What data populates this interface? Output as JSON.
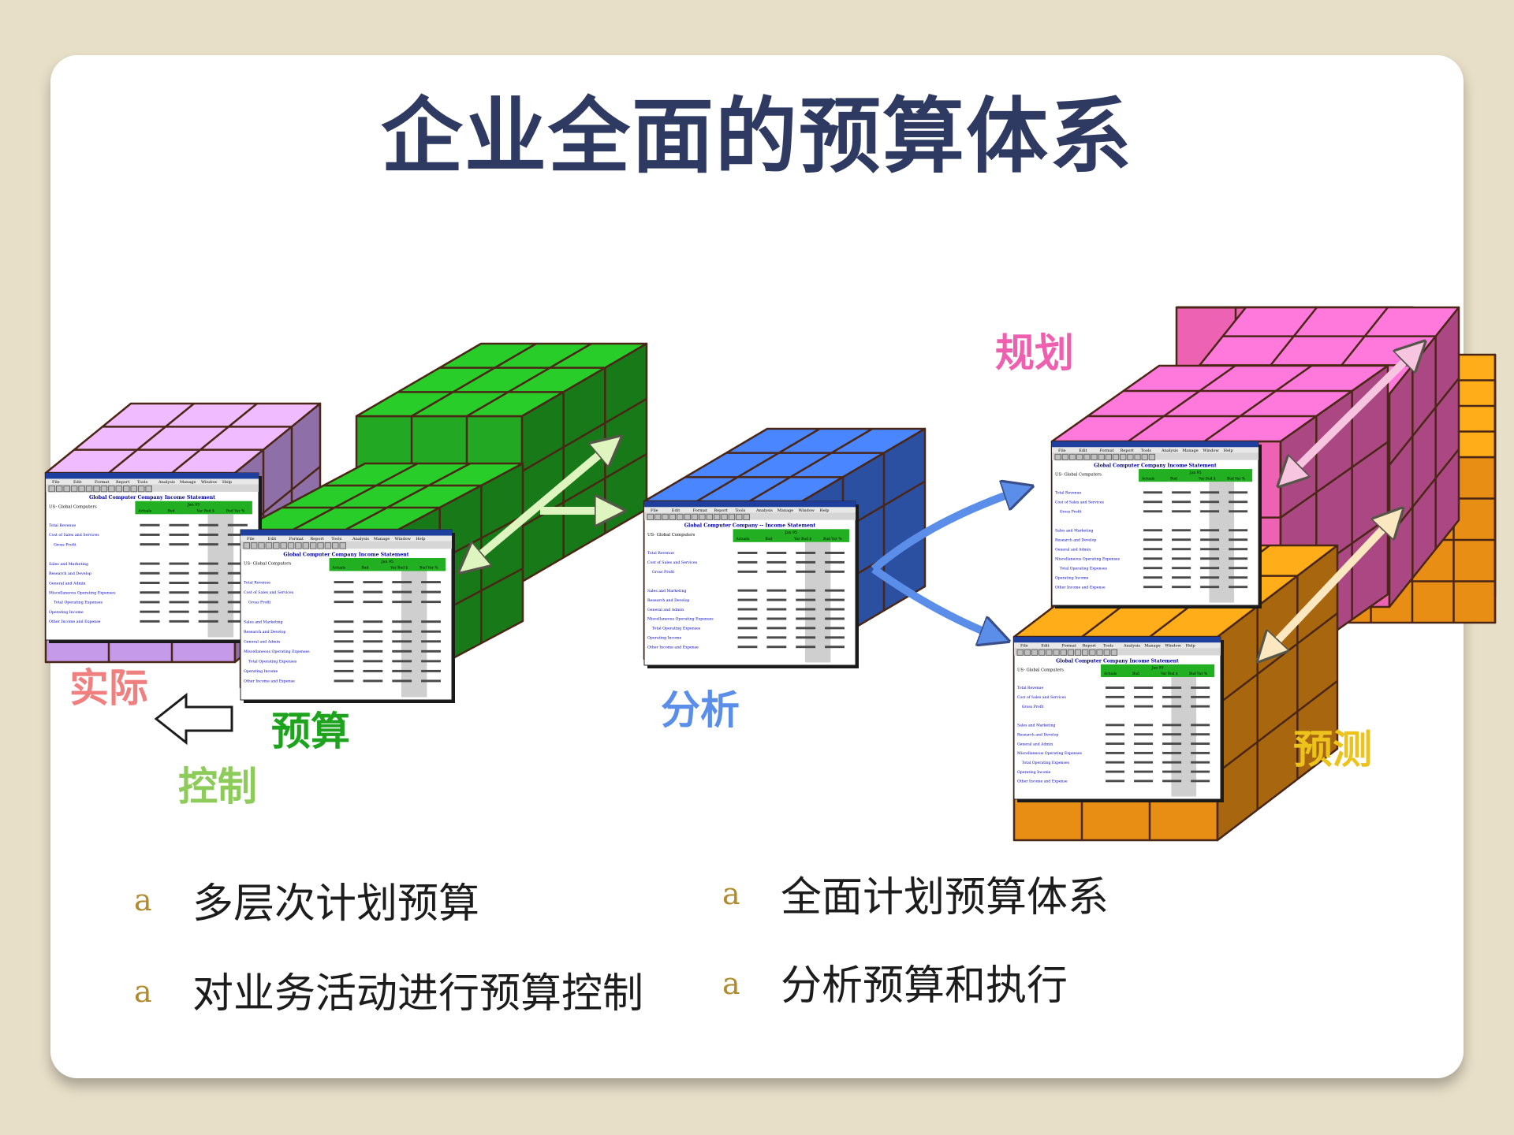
{
  "title": "企业全面的预算体系",
  "labels": {
    "actual": "实际",
    "budget": "预算",
    "control": "控制",
    "analysis": "分析",
    "planning": "规划",
    "forecast": "预测"
  },
  "window_text": {
    "company_line": "Global Computer Company    Income Statement",
    "company_line_mid": "Global Computer Company -- Income Statement",
    "entity": "US- Global Computers",
    "period": "Jan 95",
    "columns": [
      "Actuals",
      "Bud",
      "Var Bud $",
      "Bud Var %"
    ],
    "rows": [
      "Total Revenue",
      "Cost of Sales and Services",
      "Gross Profit",
      "Sales and Marketing",
      "Research and Develop",
      "General and Admin",
      "Miscellaneous Operating Expenses",
      "Total Operating Expenses",
      "Operating Income",
      "Other Income and Expense"
    ],
    "menu": [
      "File",
      "Edit",
      "Format",
      "Report",
      "Tools",
      "Analysis",
      "Manage",
      "Window",
      "Help"
    ]
  },
  "bullets": [
    {
      "mark": "a",
      "text": "多层次计划预算"
    },
    {
      "mark": "a",
      "text": "对业务活动进行预算控制"
    },
    {
      "mark": "a",
      "text": "全面计划预算体系"
    },
    {
      "mark": "a",
      "text": "分析预算和执行"
    }
  ],
  "colors": {
    "title": "#2f3a62",
    "actual": "#f08080",
    "budget": "#1ea31e",
    "control": "#8dcb5a",
    "analysis": "#5a8ee8",
    "planning": "#ee5fb0",
    "forecast": "#ecc21c",
    "cube_purple": "#c59ae8",
    "cube_green": "#22a822",
    "cube_blue": "#3c6ee0",
    "cube_pink": "#ee62b4",
    "cube_orange": "#e98e14"
  }
}
